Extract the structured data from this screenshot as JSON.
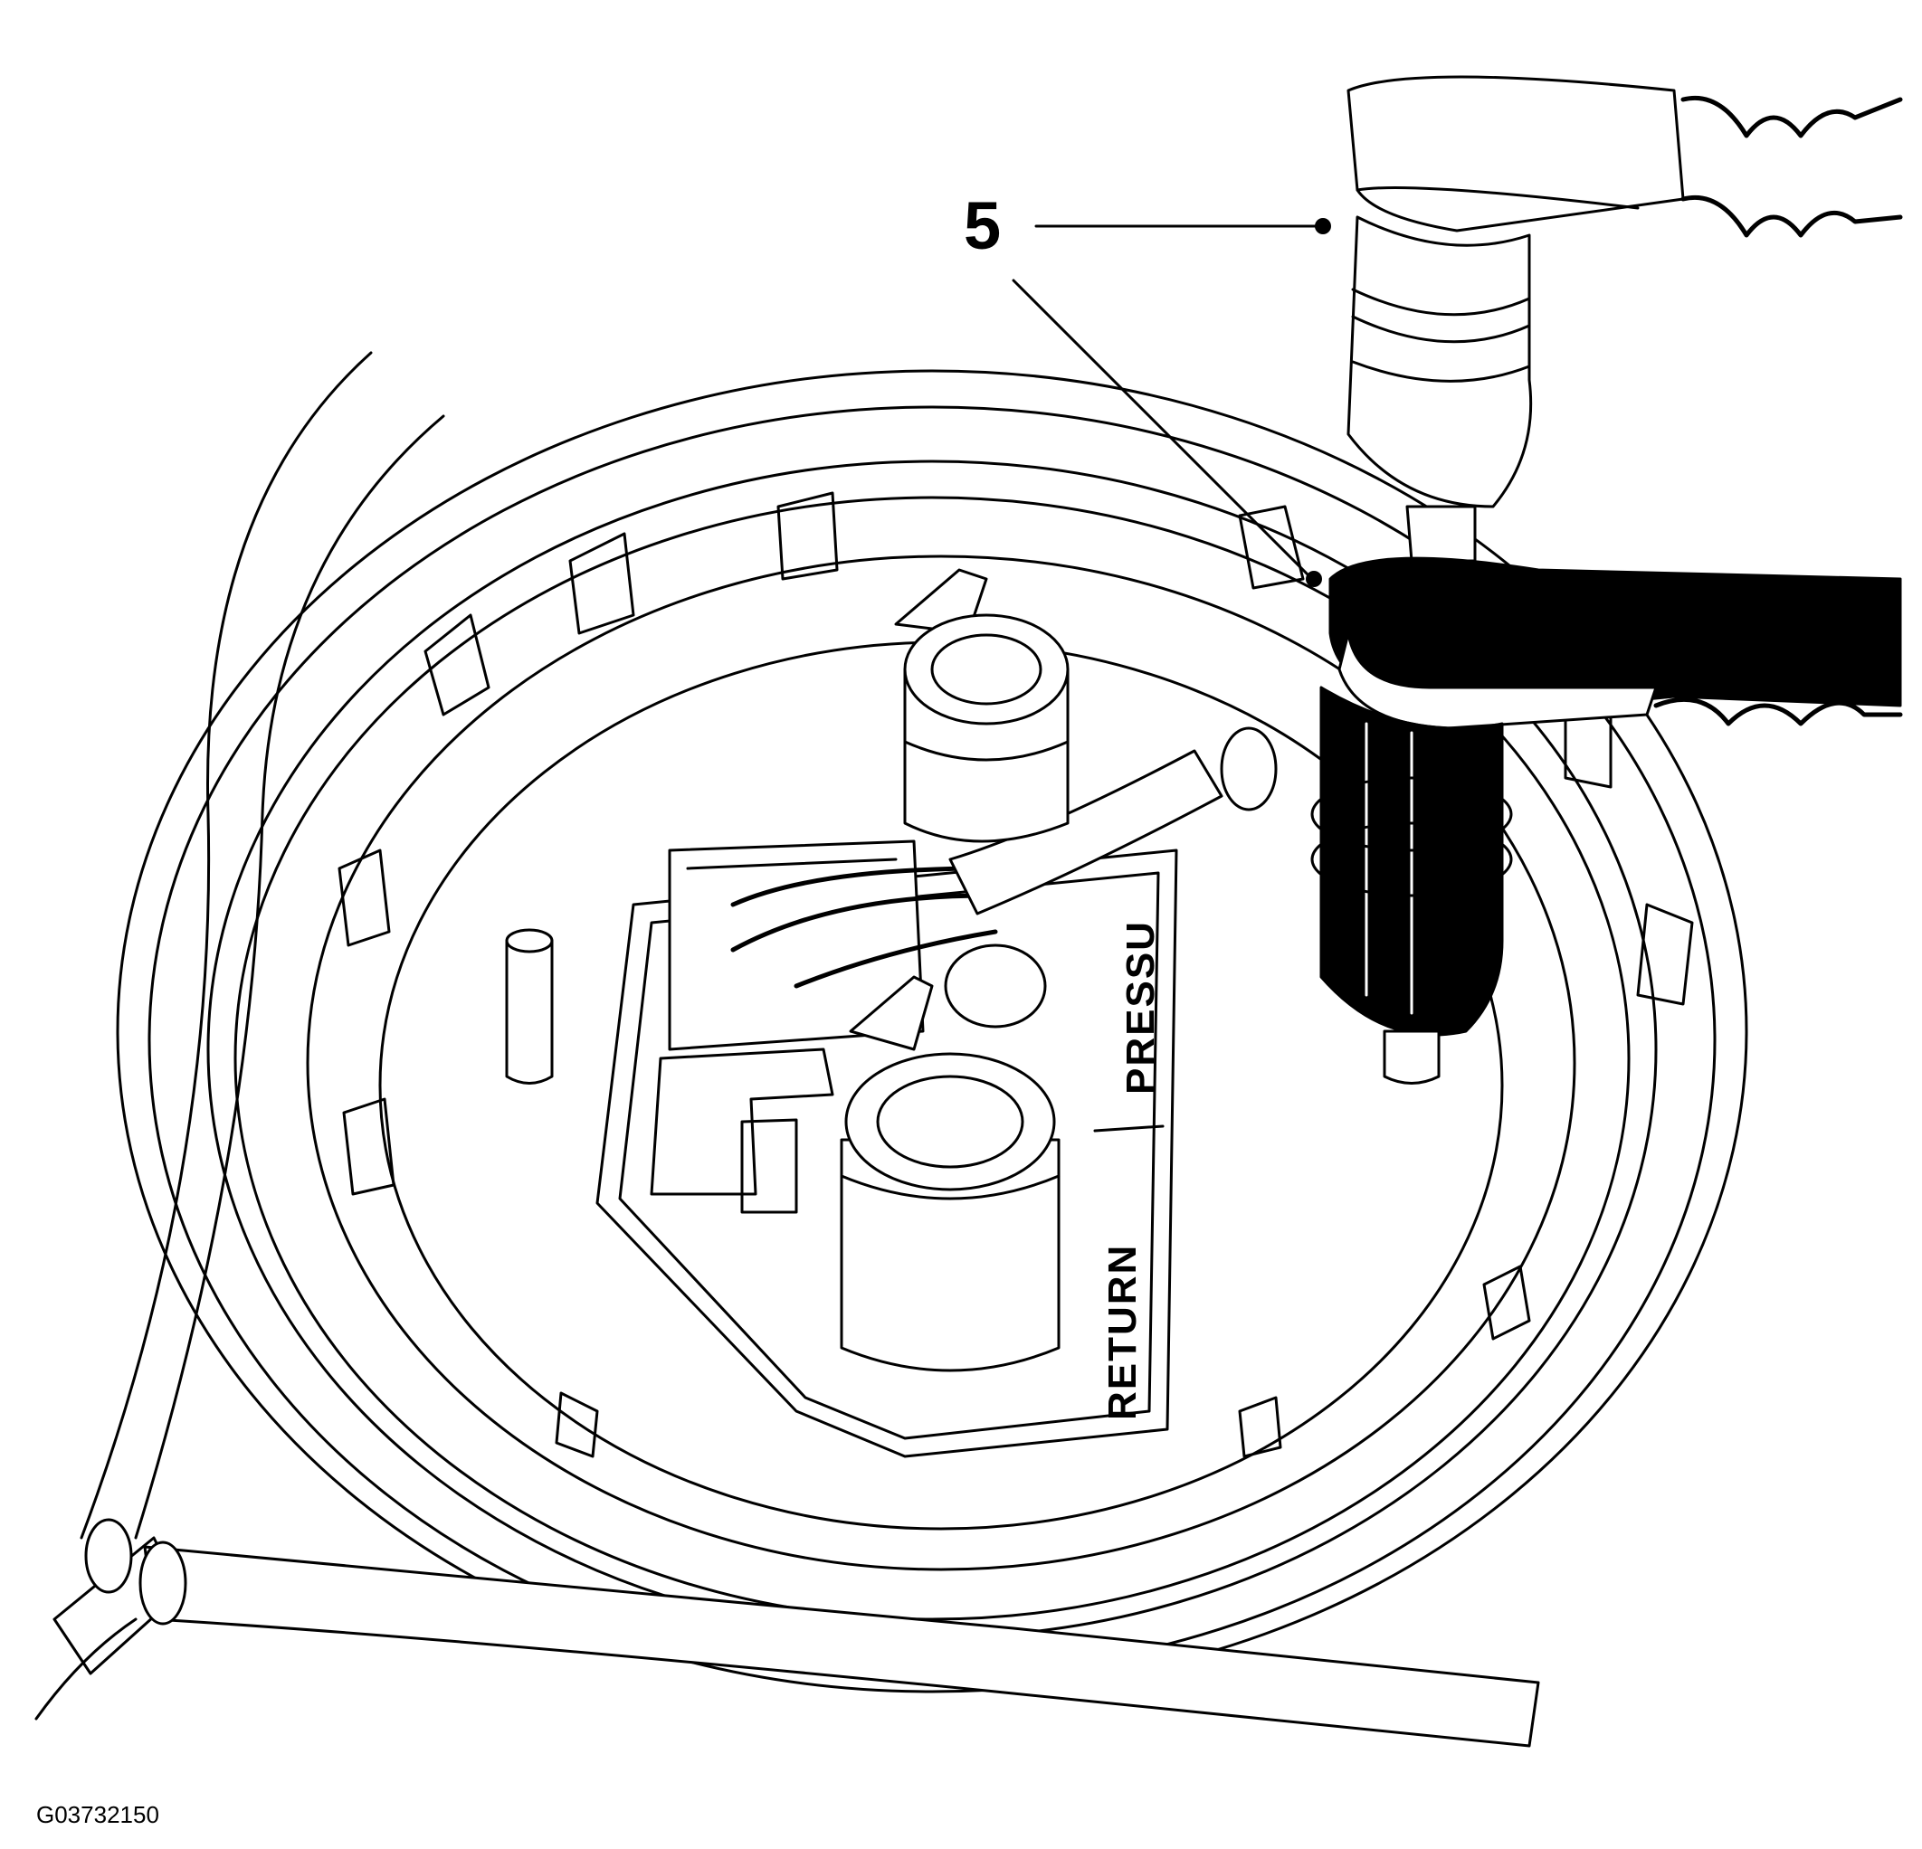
{
  "callouts": [
    {
      "label": "5"
    }
  ],
  "embossed": {
    "pressure": "PRESSU",
    "return": "RETURN"
  },
  "figure_id": "G03732150",
  "colors": {
    "line": "#000000",
    "background": "#ffffff"
  }
}
